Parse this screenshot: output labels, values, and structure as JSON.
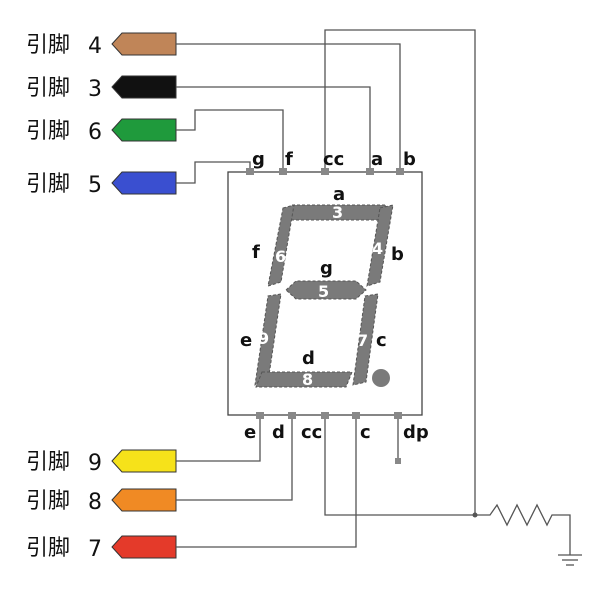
{
  "pin_prefix": "引脚",
  "connectors": [
    {
      "id": "pin4",
      "number": "4",
      "color": "#c08558"
    },
    {
      "id": "pin3",
      "number": "3",
      "color": "#111111"
    },
    {
      "id": "pin6",
      "number": "6",
      "color": "#1f9a3c"
    },
    {
      "id": "pin5",
      "number": "5",
      "color": "#3a4fd0"
    },
    {
      "id": "pin9",
      "number": "9",
      "color": "#f6e21a"
    },
    {
      "id": "pin8",
      "number": "8",
      "color": "#f08a24"
    },
    {
      "id": "pin7",
      "number": "7",
      "color": "#e43a2a"
    }
  ],
  "top_pins": [
    "g",
    "f",
    "cc",
    "a",
    "b"
  ],
  "bottom_pins": [
    "e",
    "d",
    "cc",
    "c",
    "dp"
  ],
  "segments": {
    "a": {
      "label": "a",
      "num": "3"
    },
    "b": {
      "label": "b",
      "num": "4"
    },
    "c": {
      "label": "c",
      "num": "7"
    },
    "d": {
      "label": "d",
      "num": "8"
    },
    "e": {
      "label": "e",
      "num": "9"
    },
    "f": {
      "label": "f",
      "num": "6"
    },
    "g": {
      "label": "g",
      "num": "5"
    }
  }
}
